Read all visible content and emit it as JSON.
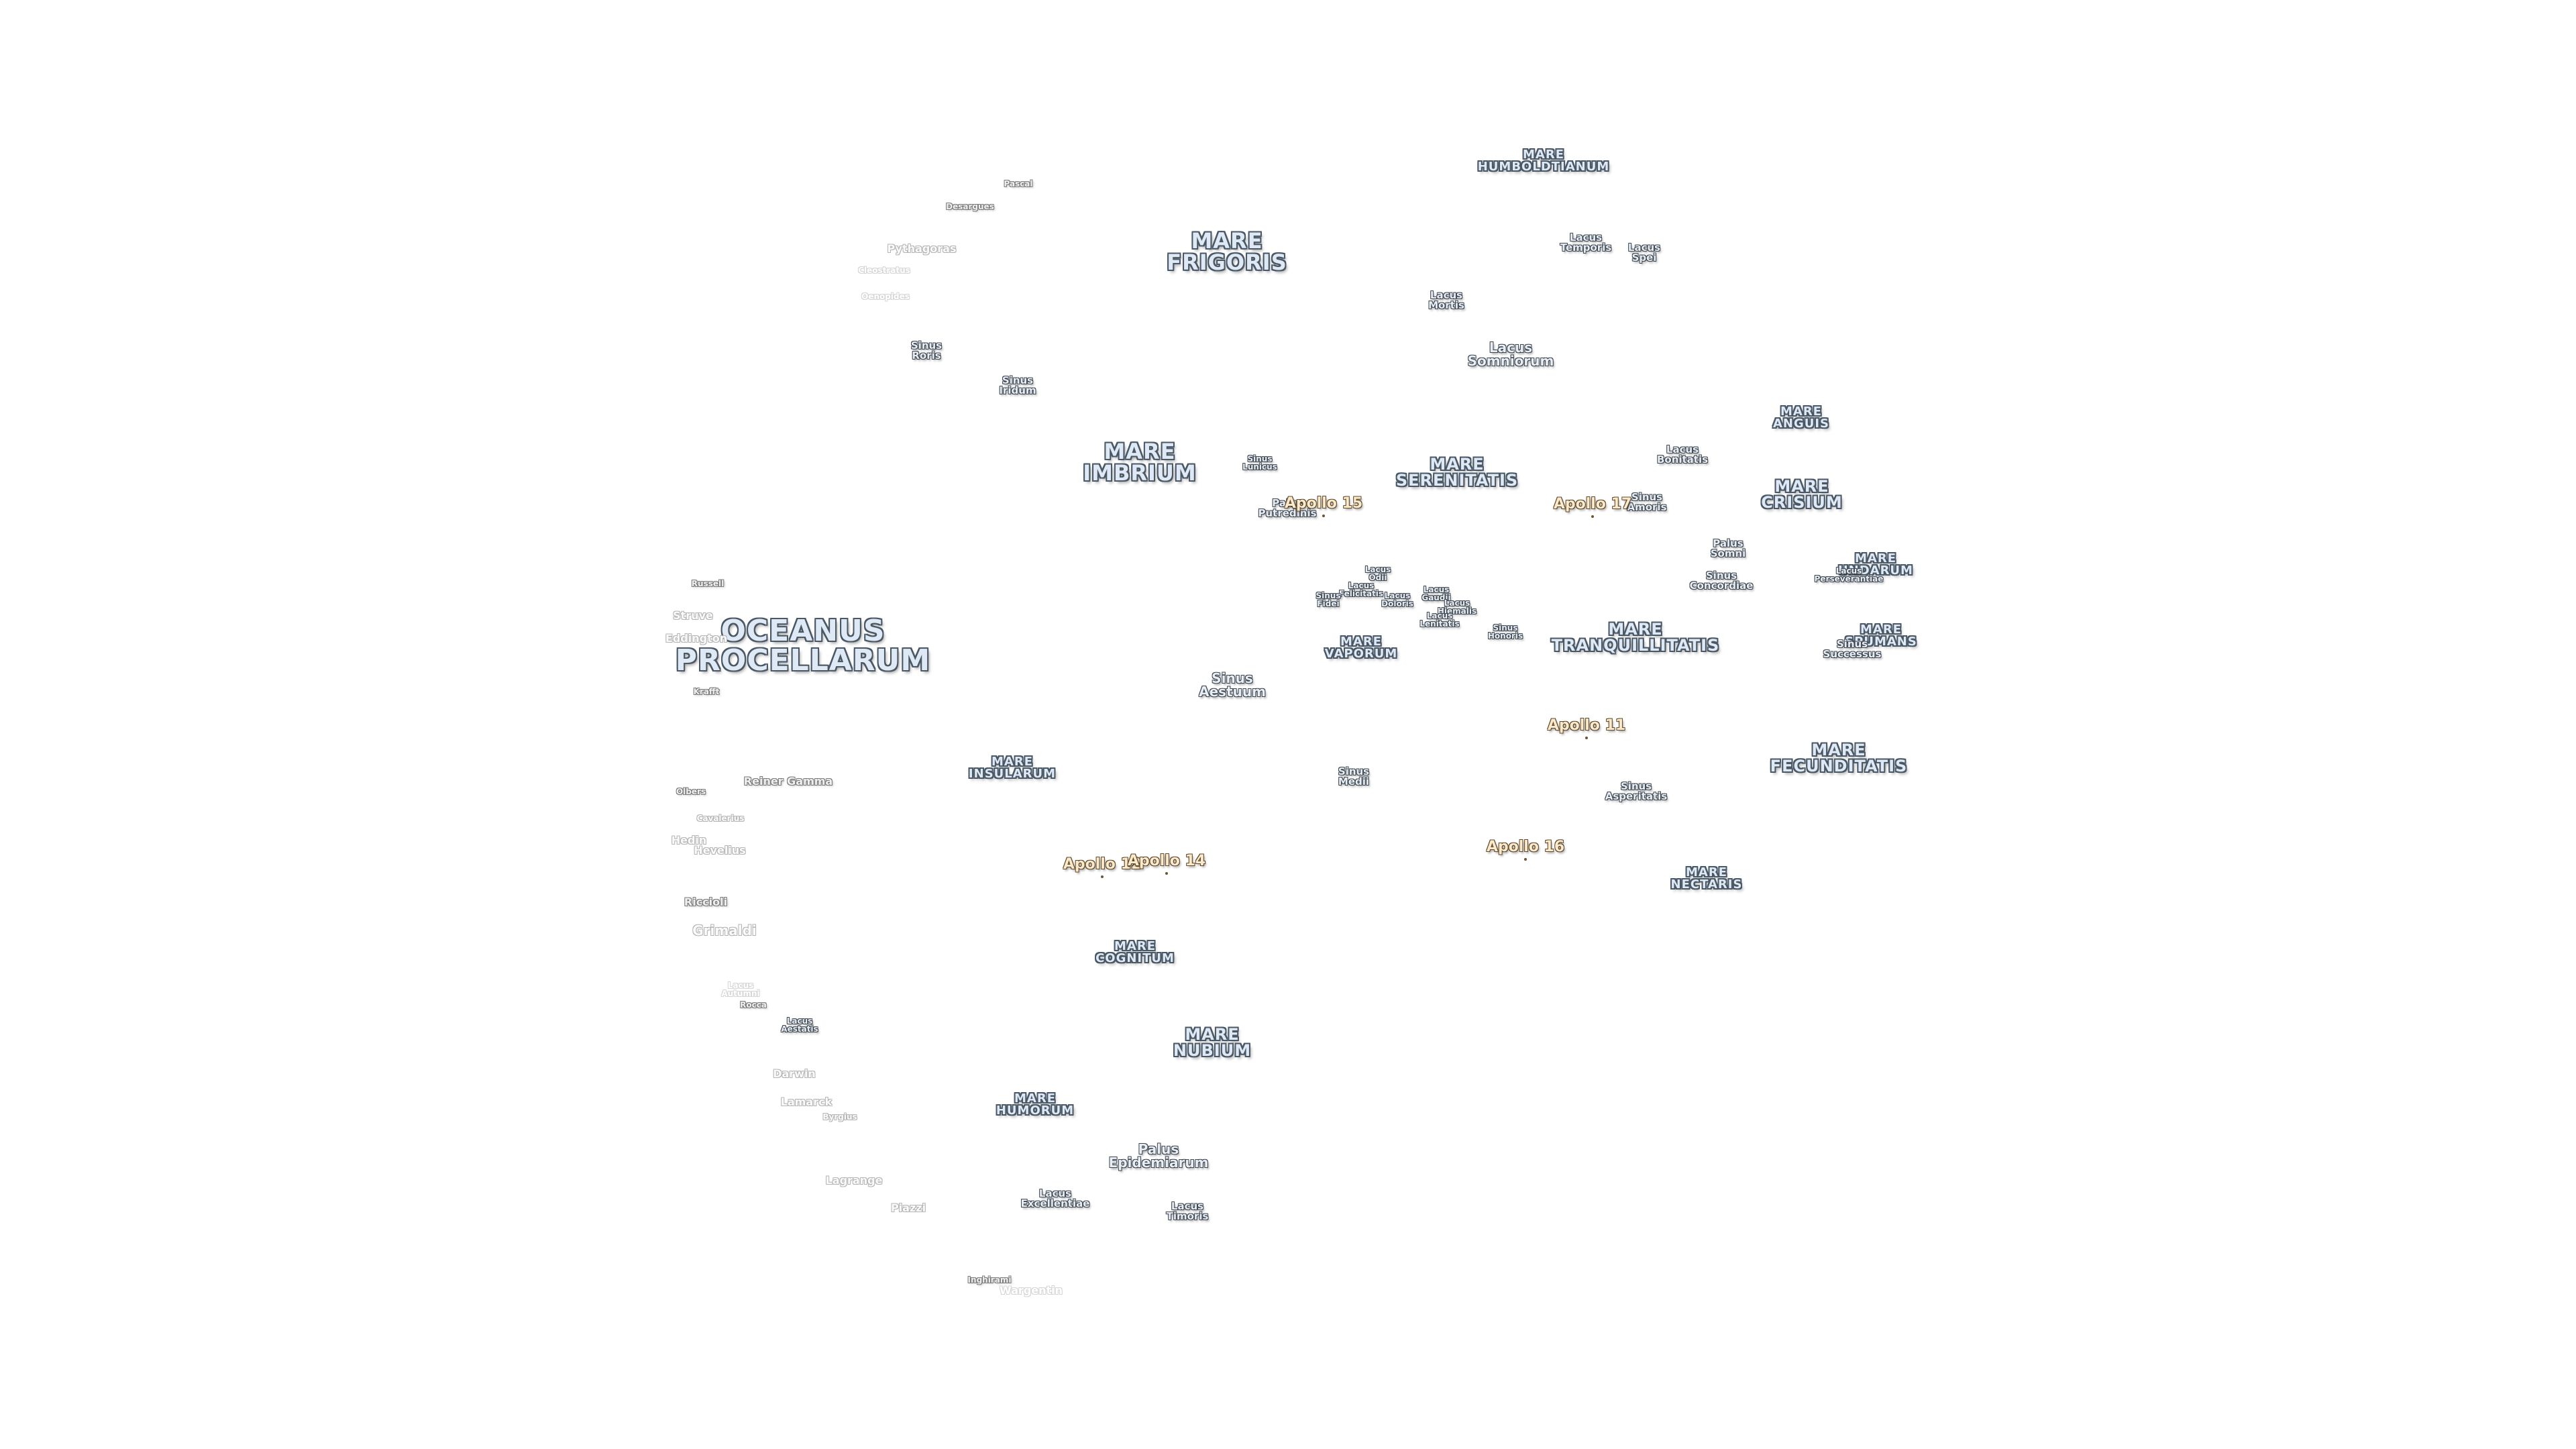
{
  "maria": [
    {
      "id": "oceanus-procellarum",
      "text": "OCEANUS\nPROCELLARUM",
      "size": "xl"
    },
    {
      "id": "mare-frigoris",
      "text": "MARE\nFRIGORIS",
      "size": "l"
    },
    {
      "id": "mare-imbrium",
      "text": "MARE\nIMBRIUM",
      "size": "l"
    },
    {
      "id": "mare-serenitatis",
      "text": "MARE\nSERENITATIS",
      "size": "m"
    },
    {
      "id": "mare-tranquillitatis",
      "text": "MARE\nTRANQUILLITATIS",
      "size": "m"
    },
    {
      "id": "mare-crisium",
      "text": "MARE\nCRISIUM",
      "size": "m"
    },
    {
      "id": "mare-fecunditatis",
      "text": "MARE\nFECUNDITATIS",
      "size": "m"
    },
    {
      "id": "mare-nectaris",
      "text": "MARE\nNECTARIS",
      "size": "s"
    },
    {
      "id": "mare-insularum",
      "text": "MARE\nINSULARUM",
      "size": "s"
    },
    {
      "id": "mare-cognitum",
      "text": "MARE\nCOGNITUM",
      "size": "s"
    },
    {
      "id": "mare-nubium",
      "text": "MARE\nNUBIUM",
      "size": "m"
    },
    {
      "id": "mare-humorum",
      "text": "MARE\nHUMORUM",
      "size": "s"
    },
    {
      "id": "mare-vaporum",
      "text": "MARE\nVAPORUM",
      "size": "s"
    },
    {
      "id": "mare-humboldtianum",
      "text": "MARE\nHUMBOLDTIANUM",
      "size": "s"
    },
    {
      "id": "mare-anguis",
      "text": "MARE\nANGUIS",
      "size": "s"
    },
    {
      "id": "mare-undarum",
      "text": "MARE\nUNDARUM",
      "size": "s"
    },
    {
      "id": "mare-spumans",
      "text": "MARE\nSPUMANS",
      "size": "s"
    }
  ],
  "minor_features": [
    {
      "id": "lacus-somniorum",
      "text": "Lacus\nSomniorum",
      "size": "m"
    },
    {
      "id": "lacus-mortis",
      "text": "Lacus\nMortis",
      "size": "s"
    },
    {
      "id": "lacus-temporis",
      "text": "Lacus\nTemporis",
      "size": "s"
    },
    {
      "id": "lacus-spei",
      "text": "Lacus\nSpei",
      "size": "s"
    },
    {
      "id": "sinus-roris",
      "text": "Sinus\nRoris",
      "size": "s"
    },
    {
      "id": "sinus-iridum",
      "text": "Sinus\nIridum",
      "size": "s"
    },
    {
      "id": "sinus-lunicus",
      "text": "Sinus\nLunicus",
      "size": "xs"
    },
    {
      "id": "palus-putredinis",
      "text": "Palus\nPutredinis",
      "size": "s"
    },
    {
      "id": "lacus-bonitatis",
      "text": "Lacus\nBonitatis",
      "size": "s"
    },
    {
      "id": "sinus-amoris",
      "text": "Sinus\nAmoris",
      "size": "s"
    },
    {
      "id": "palus-somni",
      "text": "Palus\nSomni",
      "size": "s"
    },
    {
      "id": "sinus-concordiae",
      "text": "Sinus\nConcordiae",
      "size": "s"
    },
    {
      "id": "lacus-perseverantiae",
      "text": "Lacus\nPerseverantiae",
      "size": "xs"
    },
    {
      "id": "sinus-successus",
      "text": "Sinus\nSuccessus",
      "size": "s"
    },
    {
      "id": "lacus-odii",
      "text": "Lacus\nOdii",
      "size": "xs"
    },
    {
      "id": "lacus-felicitatis",
      "text": "Lacus\nFelicitatis",
      "size": "xs"
    },
    {
      "id": "sinus-fidei",
      "text": "Sinus\nFidei",
      "size": "xs"
    },
    {
      "id": "lacus-doloris",
      "text": "Lacus\nDoloris",
      "size": "xs"
    },
    {
      "id": "lacus-gaudii",
      "text": "Lacus\nGaudii",
      "size": "xs"
    },
    {
      "id": "lacus-hiemalis",
      "text": "Lacus\nHiemalis",
      "size": "xs"
    },
    {
      "id": "lacus-lenitatis",
      "text": "Lacus\nLenitatis",
      "size": "xs"
    },
    {
      "id": "sinus-honoris",
      "text": "Sinus\nHonoris",
      "size": "xs"
    },
    {
      "id": "sinus-aestuum",
      "text": "Sinus\nAestuum",
      "size": "m"
    },
    {
      "id": "sinus-medii",
      "text": "Sinus\nMedii",
      "size": "s"
    },
    {
      "id": "sinus-asperitatis",
      "text": "Sinus\nAsperitatis",
      "size": "s"
    },
    {
      "id": "palus-epidemiarum",
      "text": "Palus\nEpidemiarum",
      "size": "m"
    },
    {
      "id": "lacus-excellentiae",
      "text": "Lacus\nExcellentiae",
      "size": "s"
    },
    {
      "id": "lacus-timoris",
      "text": "Lacus\nTimoris",
      "size": "s"
    },
    {
      "id": "lacus-aestatis",
      "text": "Lacus\nAestatis",
      "size": "xs"
    }
  ],
  "craters": [
    {
      "id": "pascal",
      "text": "Pascal",
      "style": "xs"
    },
    {
      "id": "desargues",
      "text": "Desargues",
      "style": "xs"
    },
    {
      "id": "pythagoras",
      "text": "Pythagoras",
      "style": "faint"
    },
    {
      "id": "cleostratus",
      "text": "Cleostratus",
      "style": "vfaint-xs"
    },
    {
      "id": "oenopides",
      "text": "Oenopides",
      "style": "vfaint-xs"
    },
    {
      "id": "russell",
      "text": "Russell",
      "style": "xs"
    },
    {
      "id": "struve",
      "text": "Struve",
      "style": "faint"
    },
    {
      "id": "eddington",
      "text": "Eddington",
      "style": "faint"
    },
    {
      "id": "krafft",
      "text": "Krafft",
      "style": "xs"
    },
    {
      "id": "reiner-gamma",
      "text": "Reiner Gamma",
      "style": "normal"
    },
    {
      "id": "olbers",
      "text": "Olbers",
      "style": "xs"
    },
    {
      "id": "cavalerius",
      "text": "Cavalerius",
      "style": "faint-xs"
    },
    {
      "id": "hedin",
      "text": "Hedin",
      "style": "faint"
    },
    {
      "id": "hevelius",
      "text": "Hevelius",
      "style": "faint"
    },
    {
      "id": "riccioli",
      "text": "Riccioli",
      "style": "normal"
    },
    {
      "id": "grimaldi",
      "text": "Grimaldi",
      "style": "faint-l"
    },
    {
      "id": "lacus-autumni",
      "text": "Lacus\nAutumni",
      "style": "vfaint-xs"
    },
    {
      "id": "rocca",
      "text": "Rocca",
      "style": "xs"
    },
    {
      "id": "darwin",
      "text": "Darwin",
      "style": "faint"
    },
    {
      "id": "lamarck",
      "text": "Lamarck",
      "style": "faint"
    },
    {
      "id": "byrgius",
      "text": "Byrgius",
      "style": "faint-xs"
    },
    {
      "id": "lagrange",
      "text": "Lagrange",
      "style": "faint"
    },
    {
      "id": "piazzi",
      "text": "Piazzi",
      "style": "faint"
    },
    {
      "id": "inghirami",
      "text": "Inghirami",
      "style": "xs"
    },
    {
      "id": "wargentin",
      "text": "Wargentin",
      "style": "vfaint"
    }
  ],
  "apollo_sites": [
    {
      "id": "apollo-11",
      "text": "Apollo 11"
    },
    {
      "id": "apollo-12",
      "text": "Apollo 12"
    },
    {
      "id": "apollo-14",
      "text": "Apollo 14"
    },
    {
      "id": "apollo-15",
      "text": "Apollo 15"
    },
    {
      "id": "apollo-16",
      "text": "Apollo 16"
    },
    {
      "id": "apollo-17",
      "text": "Apollo 17"
    }
  ]
}
